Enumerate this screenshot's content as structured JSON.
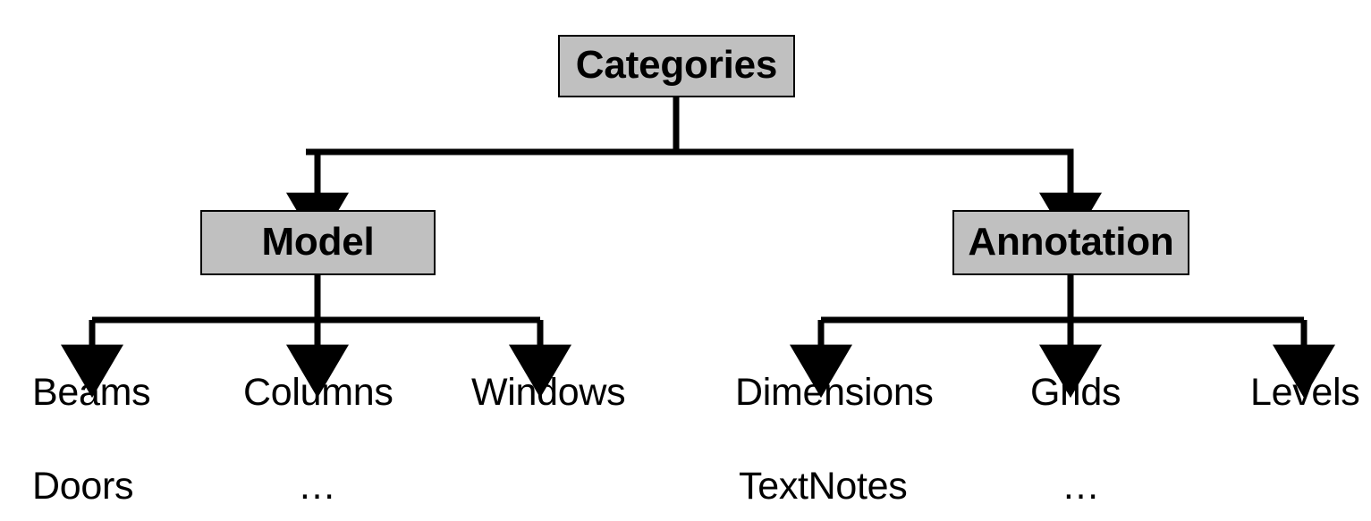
{
  "diagram": {
    "title": "Categories",
    "type": "tree-hierarchy",
    "colors": {
      "box_fill": "#C0C0C0",
      "box_border": "#000000",
      "text": "#000000",
      "connector": "#000000",
      "background": "#FFFFFF"
    },
    "root": {
      "label": "Categories"
    },
    "branches": [
      {
        "label": "Model",
        "leaves": [
          {
            "label": "Beams"
          },
          {
            "label": "Columns"
          },
          {
            "label": "Windows"
          }
        ],
        "extra_leaves": [
          {
            "label": "Doors"
          },
          {
            "label": "…"
          }
        ]
      },
      {
        "label": "Annotation",
        "leaves": [
          {
            "label": "Dimensions"
          },
          {
            "label": "Grids"
          },
          {
            "label": "Levels"
          }
        ],
        "extra_leaves": [
          {
            "label": "TextNotes"
          },
          {
            "label": "…"
          }
        ]
      }
    ]
  }
}
